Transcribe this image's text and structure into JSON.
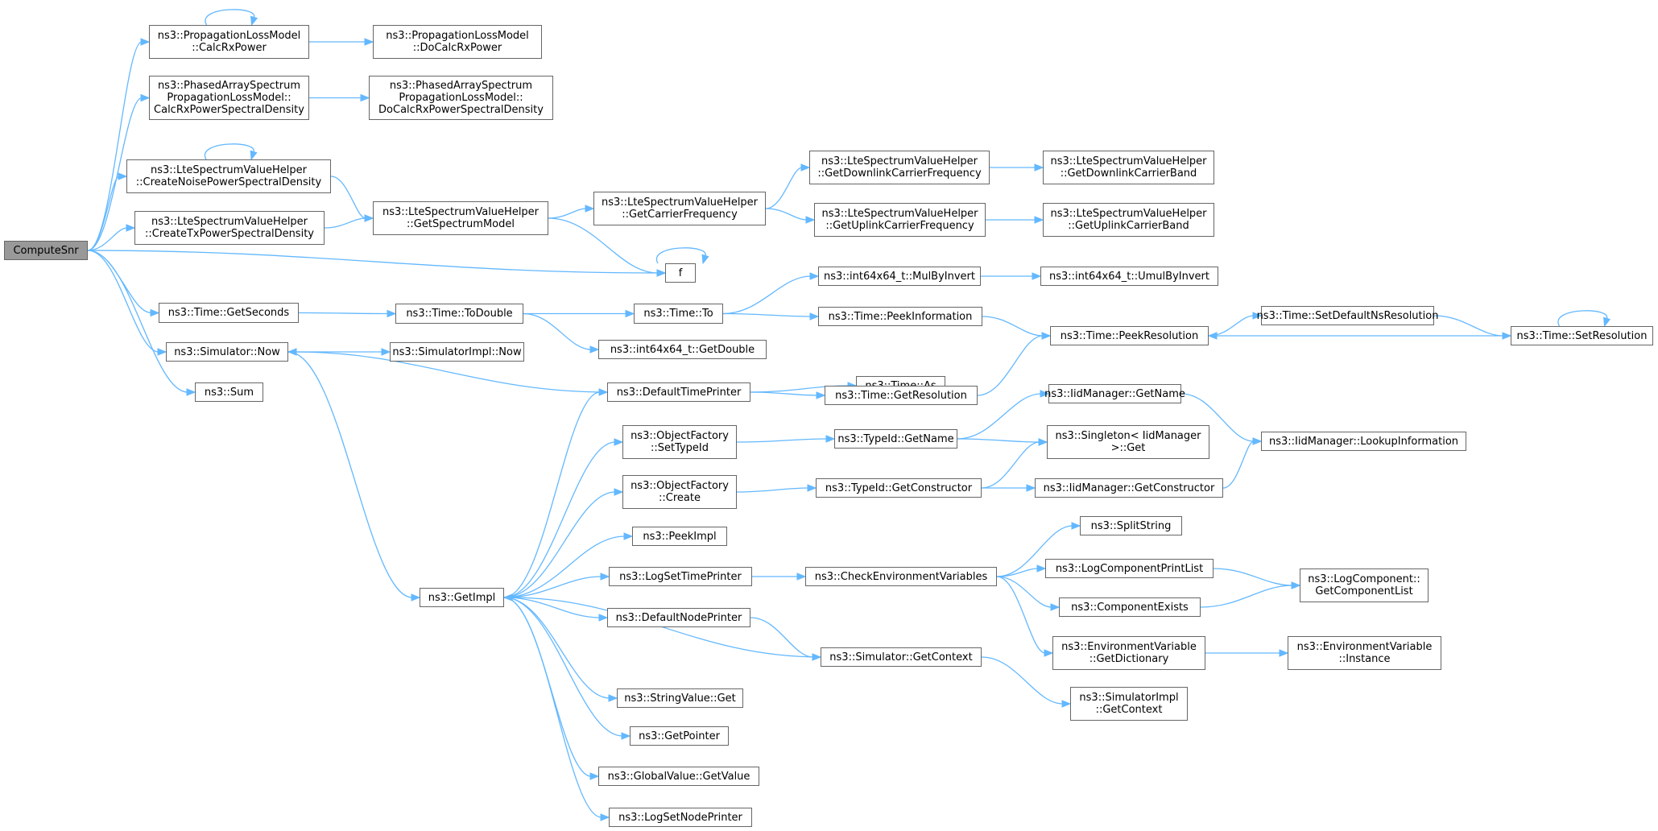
{
  "diagram": {
    "colors": {
      "edge": "#63b8ff",
      "node_border": "#666666",
      "node_fill": "#ffffff",
      "root_fill": "#999999",
      "text": "#000000"
    },
    "nodes": [
      {
        "id": "computesnr",
        "label": "ComputeSnr",
        "root": true
      },
      {
        "id": "plm-calcrx",
        "label": "ns3::PropagationLossModel\n::CalcRxPower"
      },
      {
        "id": "plm-docalcrx",
        "label": "ns3::PropagationLossModel\n::DoCalcRxPower"
      },
      {
        "id": "pas-calc",
        "label": "ns3::PhasedArraySpectrum\nPropagationLossModel::\nCalcRxPowerSpectralDensity"
      },
      {
        "id": "pas-docalc",
        "label": "ns3::PhasedArraySpectrum\nPropagationLossModel::\nDoCalcRxPowerSpectralDensity"
      },
      {
        "id": "lte-noise",
        "label": "ns3::LteSpectrumValueHelper\n::CreateNoisePowerSpectralDensity"
      },
      {
        "id": "lte-tx",
        "label": "ns3::LteSpectrumValueHelper\n::CreateTxPowerSpectralDensity"
      },
      {
        "id": "lte-getspec",
        "label": "ns3::LteSpectrumValueHelper\n::GetSpectrumModel"
      },
      {
        "id": "lte-getcarrier",
        "label": "ns3::LteSpectrumValueHelper\n::GetCarrierFrequency"
      },
      {
        "id": "lte-getdlcf",
        "label": "ns3::LteSpectrumValueHelper\n::GetDownlinkCarrierFrequency"
      },
      {
        "id": "lte-getulcf",
        "label": "ns3::LteSpectrumValueHelper\n::GetUplinkCarrierFrequency"
      },
      {
        "id": "lte-getdlcb",
        "label": "ns3::LteSpectrumValueHelper\n::GetDownlinkCarrierBand"
      },
      {
        "id": "lte-getulcb",
        "label": "ns3::LteSpectrumValueHelper\n::GetUplinkCarrierBand"
      },
      {
        "id": "f",
        "label": "f"
      },
      {
        "id": "time-getseconds",
        "label": "ns3::Time::GetSeconds"
      },
      {
        "id": "time-todouble",
        "label": "ns3::Time::ToDouble"
      },
      {
        "id": "time-to",
        "label": "ns3::Time::To"
      },
      {
        "id": "int-getdouble",
        "label": "ns3::int64x64_t::GetDouble"
      },
      {
        "id": "int-mulbyinvert",
        "label": "ns3::int64x64_t::MulByInvert"
      },
      {
        "id": "int-umulbyinvert",
        "label": "ns3::int64x64_t::UmulByInvert"
      },
      {
        "id": "time-peekinfo",
        "label": "ns3::Time::PeekInformation"
      },
      {
        "id": "time-peekres",
        "label": "ns3::Time::PeekResolution"
      },
      {
        "id": "time-setdefault",
        "label": "ns3::Time::SetDefaultNsResolution"
      },
      {
        "id": "time-setres",
        "label": "ns3::Time::SetResolution"
      },
      {
        "id": "sim-now",
        "label": "ns3::Simulator::Now"
      },
      {
        "id": "simimpl-now",
        "label": "ns3::SimulatorImpl::Now"
      },
      {
        "id": "sum",
        "label": "ns3::Sum"
      },
      {
        "id": "time-as",
        "label": "ns3::Time::As"
      },
      {
        "id": "defaulttimeprinter",
        "label": "ns3::DefaultTimePrinter"
      },
      {
        "id": "time-getres",
        "label": "ns3::Time::GetResolution"
      },
      {
        "id": "iid-getname",
        "label": "ns3::IidManager::GetName"
      },
      {
        "id": "of-settypeid",
        "label": "ns3::ObjectFactory\n::SetTypeId"
      },
      {
        "id": "typeid-getname",
        "label": "ns3::TypeId::GetName"
      },
      {
        "id": "singleton-get",
        "label": "ns3::Singleton< IidManager\n>::Get"
      },
      {
        "id": "iid-lookup",
        "label": "ns3::IidManager::LookupInformation"
      },
      {
        "id": "of-create",
        "label": "ns3::ObjectFactory\n::Create"
      },
      {
        "id": "typeid-getctor",
        "label": "ns3::TypeId::GetConstructor"
      },
      {
        "id": "iid-getctor",
        "label": "ns3::IidManager::GetConstructor"
      },
      {
        "id": "peekimpl",
        "label": "ns3::PeekImpl"
      },
      {
        "id": "splitstring",
        "label": "ns3::SplitString"
      },
      {
        "id": "getimpl",
        "label": "ns3::GetImpl"
      },
      {
        "id": "logsettimeprinter",
        "label": "ns3::LogSetTimePrinter"
      },
      {
        "id": "checkenv",
        "label": "ns3::CheckEnvironmentVariables"
      },
      {
        "id": "logcompprintlist",
        "label": "ns3::LogComponentPrintList"
      },
      {
        "id": "logcomp-getlist",
        "label": "ns3::LogComponent::\nGetComponentList"
      },
      {
        "id": "compexists",
        "label": "ns3::ComponentExists"
      },
      {
        "id": "defaultnodeprinter",
        "label": "ns3::DefaultNodePrinter"
      },
      {
        "id": "envvar-getdict",
        "label": "ns3::EnvironmentVariable\n::GetDictionary"
      },
      {
        "id": "envvar-instance",
        "label": "ns3::EnvironmentVariable\n::Instance"
      },
      {
        "id": "sim-getcontext",
        "label": "ns3::Simulator::GetContext"
      },
      {
        "id": "simimpl-getcontext",
        "label": "ns3::SimulatorImpl\n::GetContext"
      },
      {
        "id": "stringvalue-get",
        "label": "ns3::StringValue::Get"
      },
      {
        "id": "getpointer",
        "label": "ns3::GetPointer"
      },
      {
        "id": "globalvalue-getvalue",
        "label": "ns3::GlobalValue::GetValue"
      },
      {
        "id": "logsetnodeprinter",
        "label": "ns3::LogSetNodePrinter"
      }
    ],
    "edges": [
      [
        "computesnr",
        "plm-calcrx"
      ],
      [
        "computesnr",
        "pas-calc"
      ],
      [
        "computesnr",
        "lte-noise"
      ],
      [
        "computesnr",
        "lte-tx"
      ],
      [
        "computesnr",
        "f"
      ],
      [
        "computesnr",
        "time-getseconds"
      ],
      [
        "computesnr",
        "sim-now"
      ],
      [
        "computesnr",
        "sum"
      ],
      [
        "plm-calcrx",
        "plm-calcrx"
      ],
      [
        "plm-calcrx",
        "plm-docalcrx"
      ],
      [
        "pas-calc",
        "pas-docalc"
      ],
      [
        "lte-noise",
        "lte-noise"
      ],
      [
        "lte-noise",
        "lte-getspec"
      ],
      [
        "lte-tx",
        "lte-getspec"
      ],
      [
        "lte-getspec",
        "lte-getcarrier"
      ],
      [
        "lte-getspec",
        "f"
      ],
      [
        "lte-getcarrier",
        "lte-getdlcf"
      ],
      [
        "lte-getcarrier",
        "lte-getulcf"
      ],
      [
        "lte-getdlcf",
        "lte-getdlcb"
      ],
      [
        "lte-getulcf",
        "lte-getulcb"
      ],
      [
        "f",
        "f"
      ],
      [
        "time-getseconds",
        "time-todouble"
      ],
      [
        "time-todouble",
        "time-to"
      ],
      [
        "time-todouble",
        "int-getdouble"
      ],
      [
        "time-to",
        "int-mulbyinvert"
      ],
      [
        "time-to",
        "time-peekinfo"
      ],
      [
        "int-mulbyinvert",
        "int-umulbyinvert"
      ],
      [
        "time-peekinfo",
        "time-peekres"
      ],
      [
        "time-peekres",
        "time-setdefault"
      ],
      [
        "time-setdefault",
        "time-setres"
      ],
      [
        "time-setres",
        "time-peekres"
      ],
      [
        "time-setres",
        "time-setres"
      ],
      [
        "sim-now",
        "simimpl-now"
      ],
      [
        "sim-now",
        "getimpl"
      ],
      [
        "defaulttimeprinter",
        "sim-now"
      ],
      [
        "defaulttimeprinter",
        "time-as"
      ],
      [
        "defaulttimeprinter",
        "time-getres"
      ],
      [
        "time-getres",
        "time-peekres"
      ],
      [
        "getimpl",
        "defaulttimeprinter"
      ],
      [
        "getimpl",
        "of-settypeid"
      ],
      [
        "getimpl",
        "of-create"
      ],
      [
        "getimpl",
        "peekimpl"
      ],
      [
        "getimpl",
        "logsettimeprinter"
      ],
      [
        "getimpl",
        "defaultnodeprinter"
      ],
      [
        "getimpl",
        "stringvalue-get"
      ],
      [
        "getimpl",
        "getpointer"
      ],
      [
        "getimpl",
        "globalvalue-getvalue"
      ],
      [
        "getimpl",
        "logsetnodeprinter"
      ],
      [
        "of-settypeid",
        "typeid-getname"
      ],
      [
        "typeid-getname",
        "iid-getname"
      ],
      [
        "typeid-getname",
        "singleton-get"
      ],
      [
        "iid-getname",
        "iid-lookup"
      ],
      [
        "of-create",
        "typeid-getctor"
      ],
      [
        "typeid-getctor",
        "singleton-get"
      ],
      [
        "typeid-getctor",
        "iid-getctor"
      ],
      [
        "iid-getctor",
        "iid-lookup"
      ],
      [
        "logsettimeprinter",
        "checkenv"
      ],
      [
        "checkenv",
        "splitstring"
      ],
      [
        "checkenv",
        "logcompprintlist"
      ],
      [
        "checkenv",
        "compexists"
      ],
      [
        "checkenv",
        "envvar-getdict"
      ],
      [
        "logcompprintlist",
        "logcomp-getlist"
      ],
      [
        "compexists",
        "logcomp-getlist"
      ],
      [
        "envvar-getdict",
        "envvar-instance"
      ],
      [
        "defaultnodeprinter",
        "sim-getcontext"
      ],
      [
        "sim-getcontext",
        "getimpl"
      ],
      [
        "sim-getcontext",
        "simimpl-getcontext"
      ]
    ]
  }
}
